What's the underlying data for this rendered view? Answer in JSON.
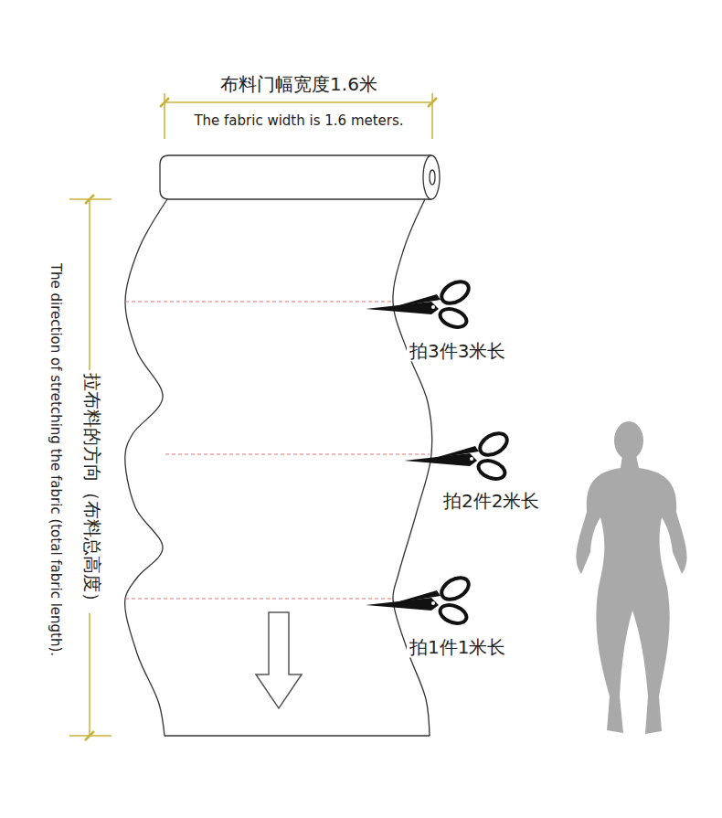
{
  "diagram": {
    "labels": [
      "布料门幅宽度1.6米",
      "The fabric width is 1.6 meters.",
      "拉布料的方向（布料总高度）",
      "The direction of stretching the fabric (total fabric length).",
      "拍3件3米长",
      "拍2件2米长",
      "拍1件1米长"
    ]
  }
}
